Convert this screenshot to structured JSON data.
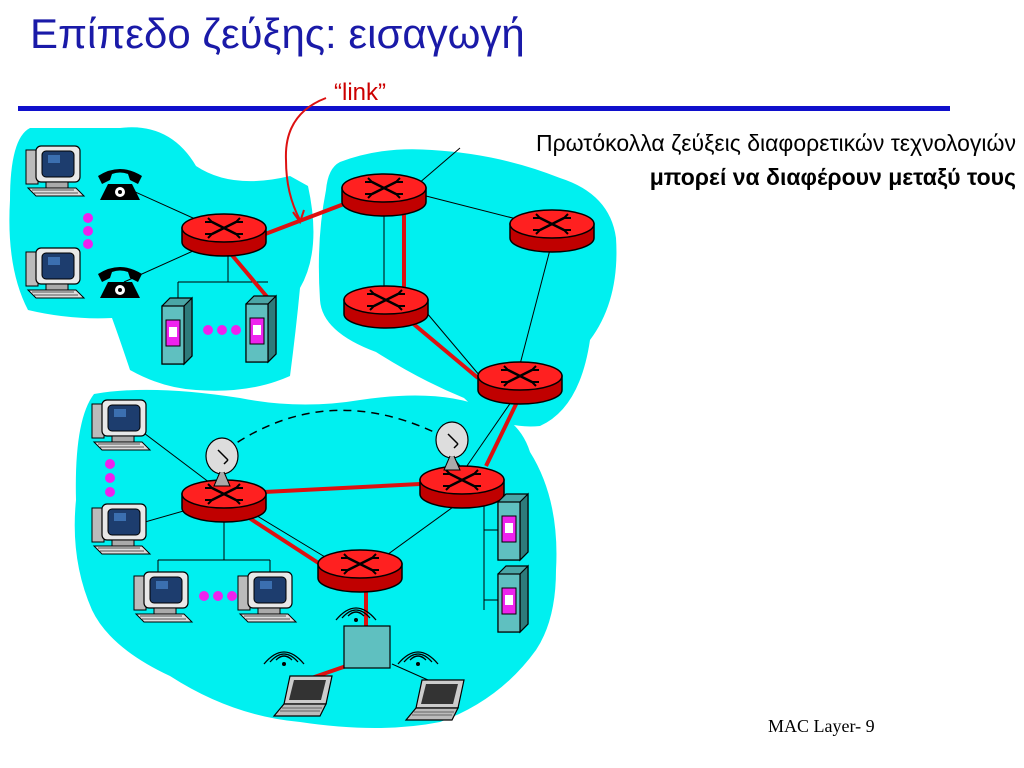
{
  "slide": {
    "title": "Επίπεδο ζεύξης: εισαγωγή",
    "description_line1": "Πρωτόκολλα ζεύξεις διαφορετικών τεχνολογιών",
    "description_line2": "μπορεί να διαφέρουν μεταξύ τους",
    "link_label": "“link”",
    "footer": "MAC Layer- 9"
  },
  "colors": {
    "title": "#1a1aa8",
    "rule": "#1010cc",
    "cloud": "#00f0f0",
    "router": "#ff2020",
    "link_highlight": "#dd1111",
    "link_label": "#cc0000",
    "dots": "#ee22ee"
  }
}
